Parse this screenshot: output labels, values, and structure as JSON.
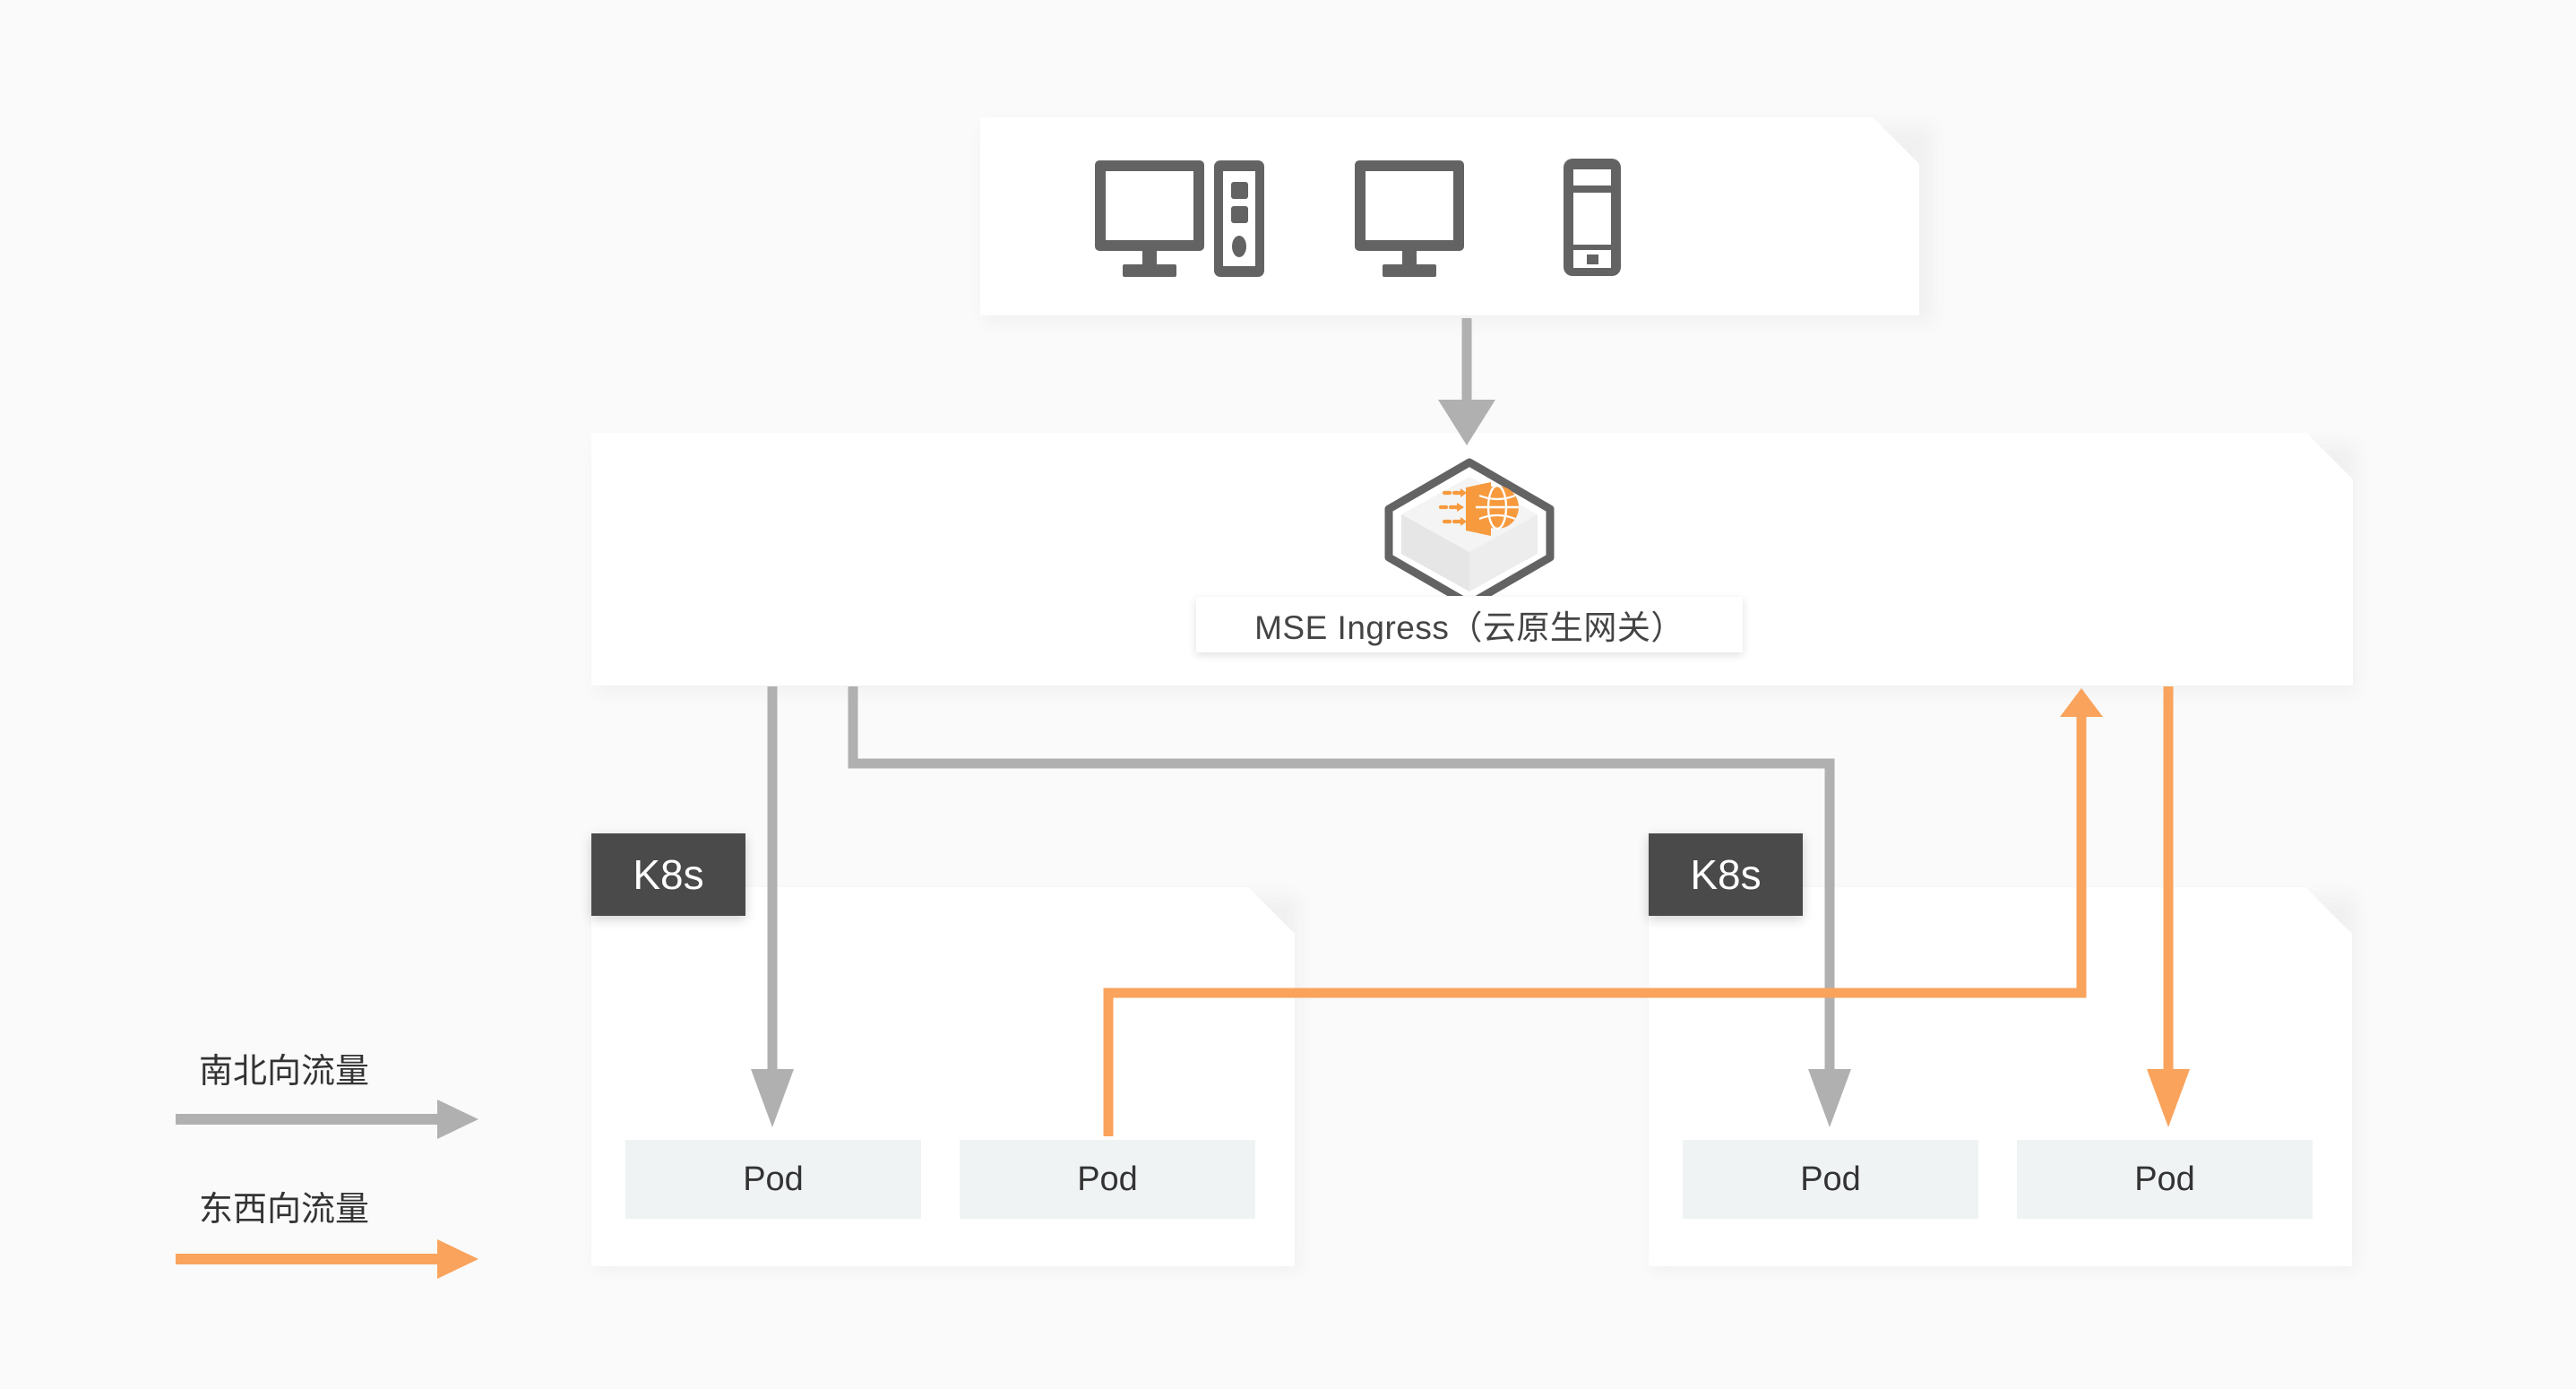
{
  "diagram": {
    "title": "MSE Ingress cloud-native gateway traffic architecture",
    "background_color": "#fafafa",
    "colors": {
      "panel_white": "#ffffff",
      "north_south_gray": "#b0b0b0",
      "east_west_orange": "#f9a35c",
      "badge_dark": "#4a4a4a",
      "pod_fill": "#eff3f4",
      "icon_gray": "#636363",
      "text_dark": "#333333"
    }
  },
  "clients": {
    "panel_name": "client-devices-panel",
    "devices": [
      {
        "icon": "desktop-pc-icon",
        "label": "Desktop PC"
      },
      {
        "icon": "monitor-icon",
        "label": "Monitor"
      },
      {
        "icon": "mobile-phone-icon",
        "label": "Mobile Phone"
      }
    ]
  },
  "gateway": {
    "panel_name": "gateway-panel",
    "icon": "cloud-native-gateway-cube-icon",
    "label": "MSE Ingress（云原生网关）"
  },
  "clusters": [
    {
      "badge": "K8s",
      "panel_name": "k8s-cluster-left",
      "pods": [
        {
          "label": "Pod"
        },
        {
          "label": "Pod"
        }
      ]
    },
    {
      "badge": "K8s",
      "panel_name": "k8s-cluster-right",
      "pods": [
        {
          "label": "Pod"
        },
        {
          "label": "Pod"
        }
      ]
    }
  ],
  "legend": {
    "items": [
      {
        "label": "南北向流量",
        "color": "#b0b0b0",
        "arrow": "north-south-arrow"
      },
      {
        "label": "东西向流量",
        "color": "#f9a35c",
        "arrow": "east-west-arrow"
      }
    ]
  },
  "connectors": [
    {
      "name": "clients-to-gateway",
      "type": "north-south",
      "color": "#b0b0b0"
    },
    {
      "name": "gateway-to-pod-1",
      "type": "north-south",
      "color": "#b0b0b0"
    },
    {
      "name": "gateway-to-pod-3",
      "type": "north-south",
      "color": "#b0b0b0"
    },
    {
      "name": "pod-2-to-gateway",
      "type": "east-west",
      "color": "#f9a35c"
    },
    {
      "name": "gateway-to-pod-4",
      "type": "east-west",
      "color": "#f9a35c"
    }
  ]
}
